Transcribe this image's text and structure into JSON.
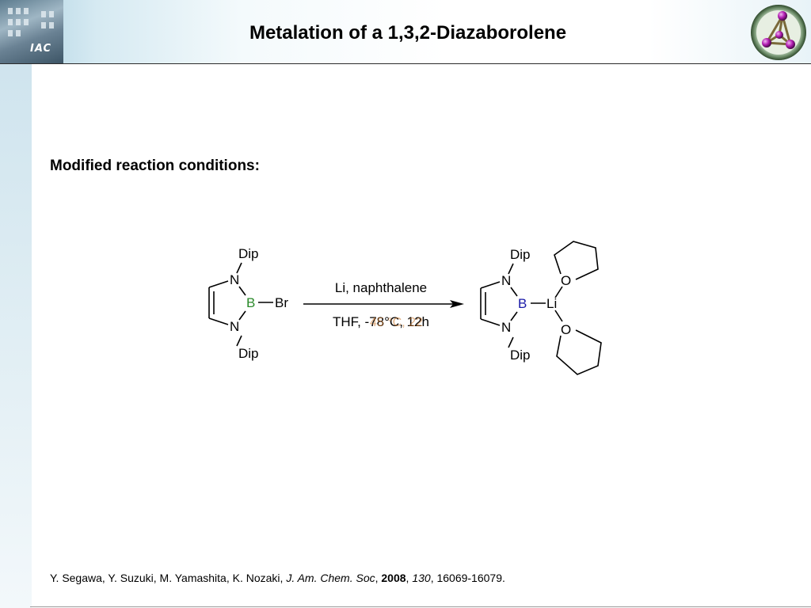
{
  "slide": {
    "title": "Metalation of a 1,3,2-Diazaborolene",
    "logo_left_text": "IAC",
    "subtitle": "Modified reaction conditions:"
  },
  "scheme": {
    "reactant": {
      "top_label": "Dip",
      "bottom_label": "Dip",
      "n_top": "N",
      "n_bottom": "N",
      "boron": "B",
      "substituent": "Br"
    },
    "conditions": {
      "above": "Li, naphthalene",
      "below": "THF, -78°C, 12h",
      "overprint": "45 °C, 22"
    },
    "product": {
      "top_label": "Dip",
      "bottom_label": "Dip",
      "n_top": "N",
      "n_bottom": "N",
      "boron": "B",
      "metal": "Li",
      "o_top": "O",
      "o_bottom": "O"
    },
    "colors": {
      "boron_reactant": "#2a8a2a",
      "boron_product": "#1a1aa8",
      "overprint": "#c86e1e"
    }
  },
  "citation": {
    "authors": "Y. Segawa, Y. Suzuki, M. Yamashita, K. Nozaki, ",
    "journal": "J. Am. Chem. Soc",
    "sep1": ", ",
    "year": "2008",
    "sep2": ", ",
    "volume": "130",
    "pages": ", 16069-16079."
  }
}
